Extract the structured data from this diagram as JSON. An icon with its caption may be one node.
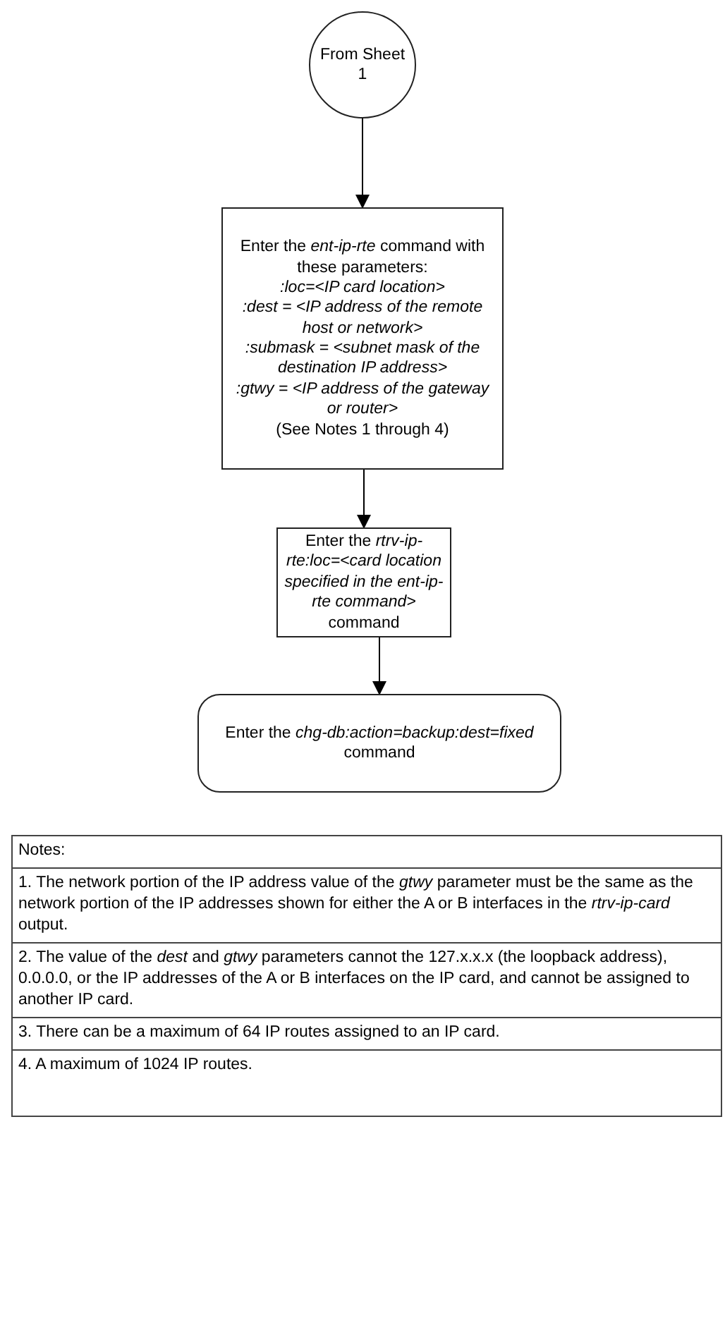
{
  "diagram": {
    "nodes": [
      {
        "text": [
          "From Sheet 1"
        ]
      },
      {
        "text": [
          "Enter the *ent-ip-rte* command with these parameters:",
          "*:loc=<IP card location>*",
          "*:dest = <IP address of the remote host or network>*",
          "*:submask = <subnet mask of the destination IP address>*",
          "*:gtwy = <IP address of the gateway or router>*",
          "(See Notes 1 through 4)"
        ]
      },
      {
        "text": [
          "Enter the *rtrv-ip-rte:loc=<card location specified in the ent-ip-rte command>* command"
        ]
      },
      {
        "text": [
          "Enter the *chg-db:action=backup:dest=fixed* command"
        ]
      },
      {
        "text": [
          "Notes:",
          "1. The network portion of the IP address value of the *gtwy* parameter must be the same as the network portion of the IP addresses shown for either the A or B interfaces in the *rtrv-ip-card* output.",
          "2. The value of the *dest* and *gtwy* parameters cannot the 127.x.x.x (the loopback address), 0.0.0.0, or the IP addresses of the A or B interfaces on the IP card, and cannot be assigned to another IP card.",
          "3. There can be a maximum of 64 IP routes assigned to an IP card.",
          "4. A maximum of 1024 IP routes."
        ]
      }
    ],
    "edges": [
      {
        "from": 0,
        "to": 1,
        "arrow": "to"
      },
      {
        "from": 1,
        "to": 2,
        "arrow": "to"
      },
      {
        "from": 2,
        "to": 3,
        "arrow": "to"
      }
    ]
  }
}
